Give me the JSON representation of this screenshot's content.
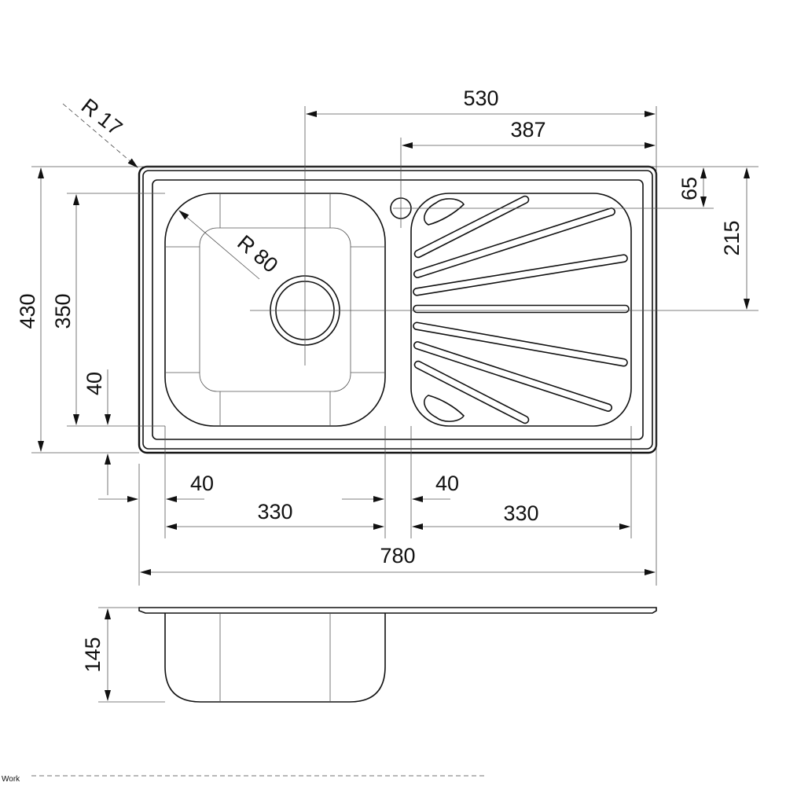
{
  "drawing": {
    "dimensions": {
      "overall_width": "780",
      "overall_depth": "430",
      "bowl_depth": "350",
      "basin_height": "145",
      "tap_offset_x": "530",
      "drainer_offset_x": "387",
      "top_margin": "65",
      "drain_offset_y": "215",
      "bottom_margin": "40",
      "left_margin": "40",
      "bowl_width": "330",
      "drainer_margin": "40",
      "drainer_width": "330"
    },
    "radii": {
      "corner": "R 17",
      "bowl": "R 80"
    },
    "footer": "Work"
  }
}
